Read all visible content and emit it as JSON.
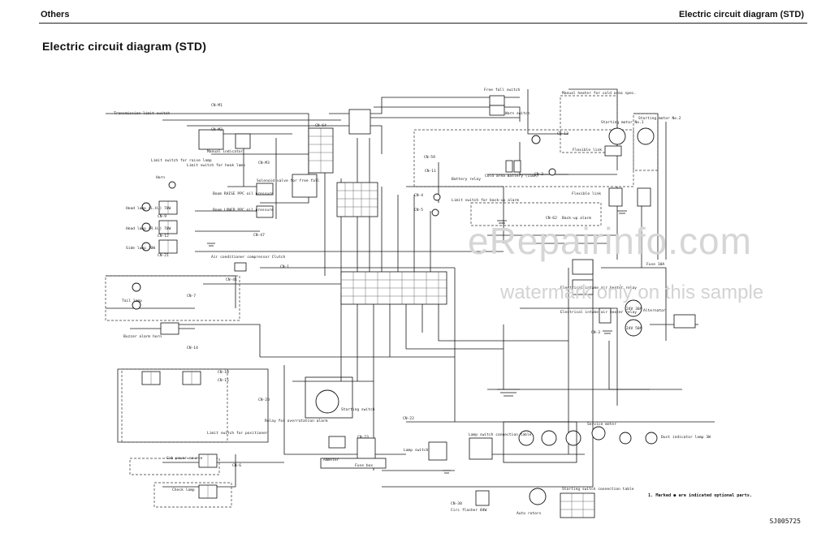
{
  "header": {
    "section": "Others",
    "doc_title": "Electric circuit diagram (STD)"
  },
  "page_title": "Electric circuit diagram (STD)",
  "watermark": {
    "brand": "eRepairinfo.com",
    "notice": "watermark only on this sample"
  },
  "figure_id": "SJ005725",
  "labels": {
    "transmission_limit": "Transmission limit switch",
    "free_fall": "Free fall switch",
    "warn_switch": "Warn switch",
    "manual_heater": "Manual heater for cold area spec.",
    "starting_motor_1": "Starting motor No.1",
    "starting_motor_2": "Starting motor No.2",
    "manual_indicator": "Manual indicator",
    "limit_switch_raise": "Limit switch for raise lamp",
    "limit_switch_hook": "Limit switch for hook lamp",
    "flexible_link": "Flexible link",
    "flexible_link_2": "Flexible link",
    "horn": "Horn",
    "boom_raise_ppc": "Boom RAISE PPC oil pressure",
    "boom_lower_ppc": "Boom LOWER PPC oil pressure",
    "solenoid_free_fall": "Solenoid valve for free fall",
    "cold_area_battery": "Cold area Battery (110A)",
    "battery_relay": "Battery relay",
    "limit_switch_backup": "Limit switch for back-up alarm",
    "backup_alarm": "Back-up alarm",
    "head_lamp_l": "Head lamp (L.H.) 70W",
    "head_lamp_r": "Head lamp (R.H.) 70W",
    "side_lamp": "Side lamp 70W",
    "air_cond_clutch": "Air conditioner compressor Clutch",
    "fuse": "Fuse 10A",
    "tail_lamp": "Tail lamp",
    "buzzer": "Buzzer alarm horn",
    "electrical_intake": "Electrical intake air heater relay",
    "electrical_intake_2": "Electrical intake air heater relay",
    "alternator": "Alternator",
    "alt_24v_30a": "24V 30A",
    "alt_24v_50a": "24V 50A",
    "dust_indicator": "Dust indicator lamp 3W",
    "limit_switch_pos": "Limit switch for positioner",
    "relay_overrotation": "Relay for overrotation alarm",
    "starting_switch": "Starting switch",
    "ammeter": "Ammeter",
    "fuse_box": "Fuse box",
    "lamp_switch": "Lamp switch",
    "lamp_switch_table": "Lamp switch connection table",
    "service_meter": "Service meter",
    "cab_power_source": "Cab power source",
    "check_lamp": "Check lamp",
    "circ_flasher": "Circ flasher 84W",
    "auto_rotors": "Auto rotors",
    "starting_switch_table": "Starting switch connection table",
    "note": "1. Marked ● are indicated optional parts."
  },
  "connectors": [
    "CN-M1",
    "CN-M2",
    "CN-M3",
    "CN-64",
    "CN-59",
    "CN-9",
    "CN-12",
    "CN-21",
    "CN-11",
    "CN-4",
    "CN-5",
    "CN-13",
    "CN-47",
    "CN-1",
    "CN-41",
    "CN-7",
    "CN-14",
    "CN-18",
    "CN-15",
    "CN-62",
    "CN-20",
    "CN-22",
    "CN-23",
    "CN-3",
    "CN-6",
    "CN-2",
    "CN-30"
  ]
}
